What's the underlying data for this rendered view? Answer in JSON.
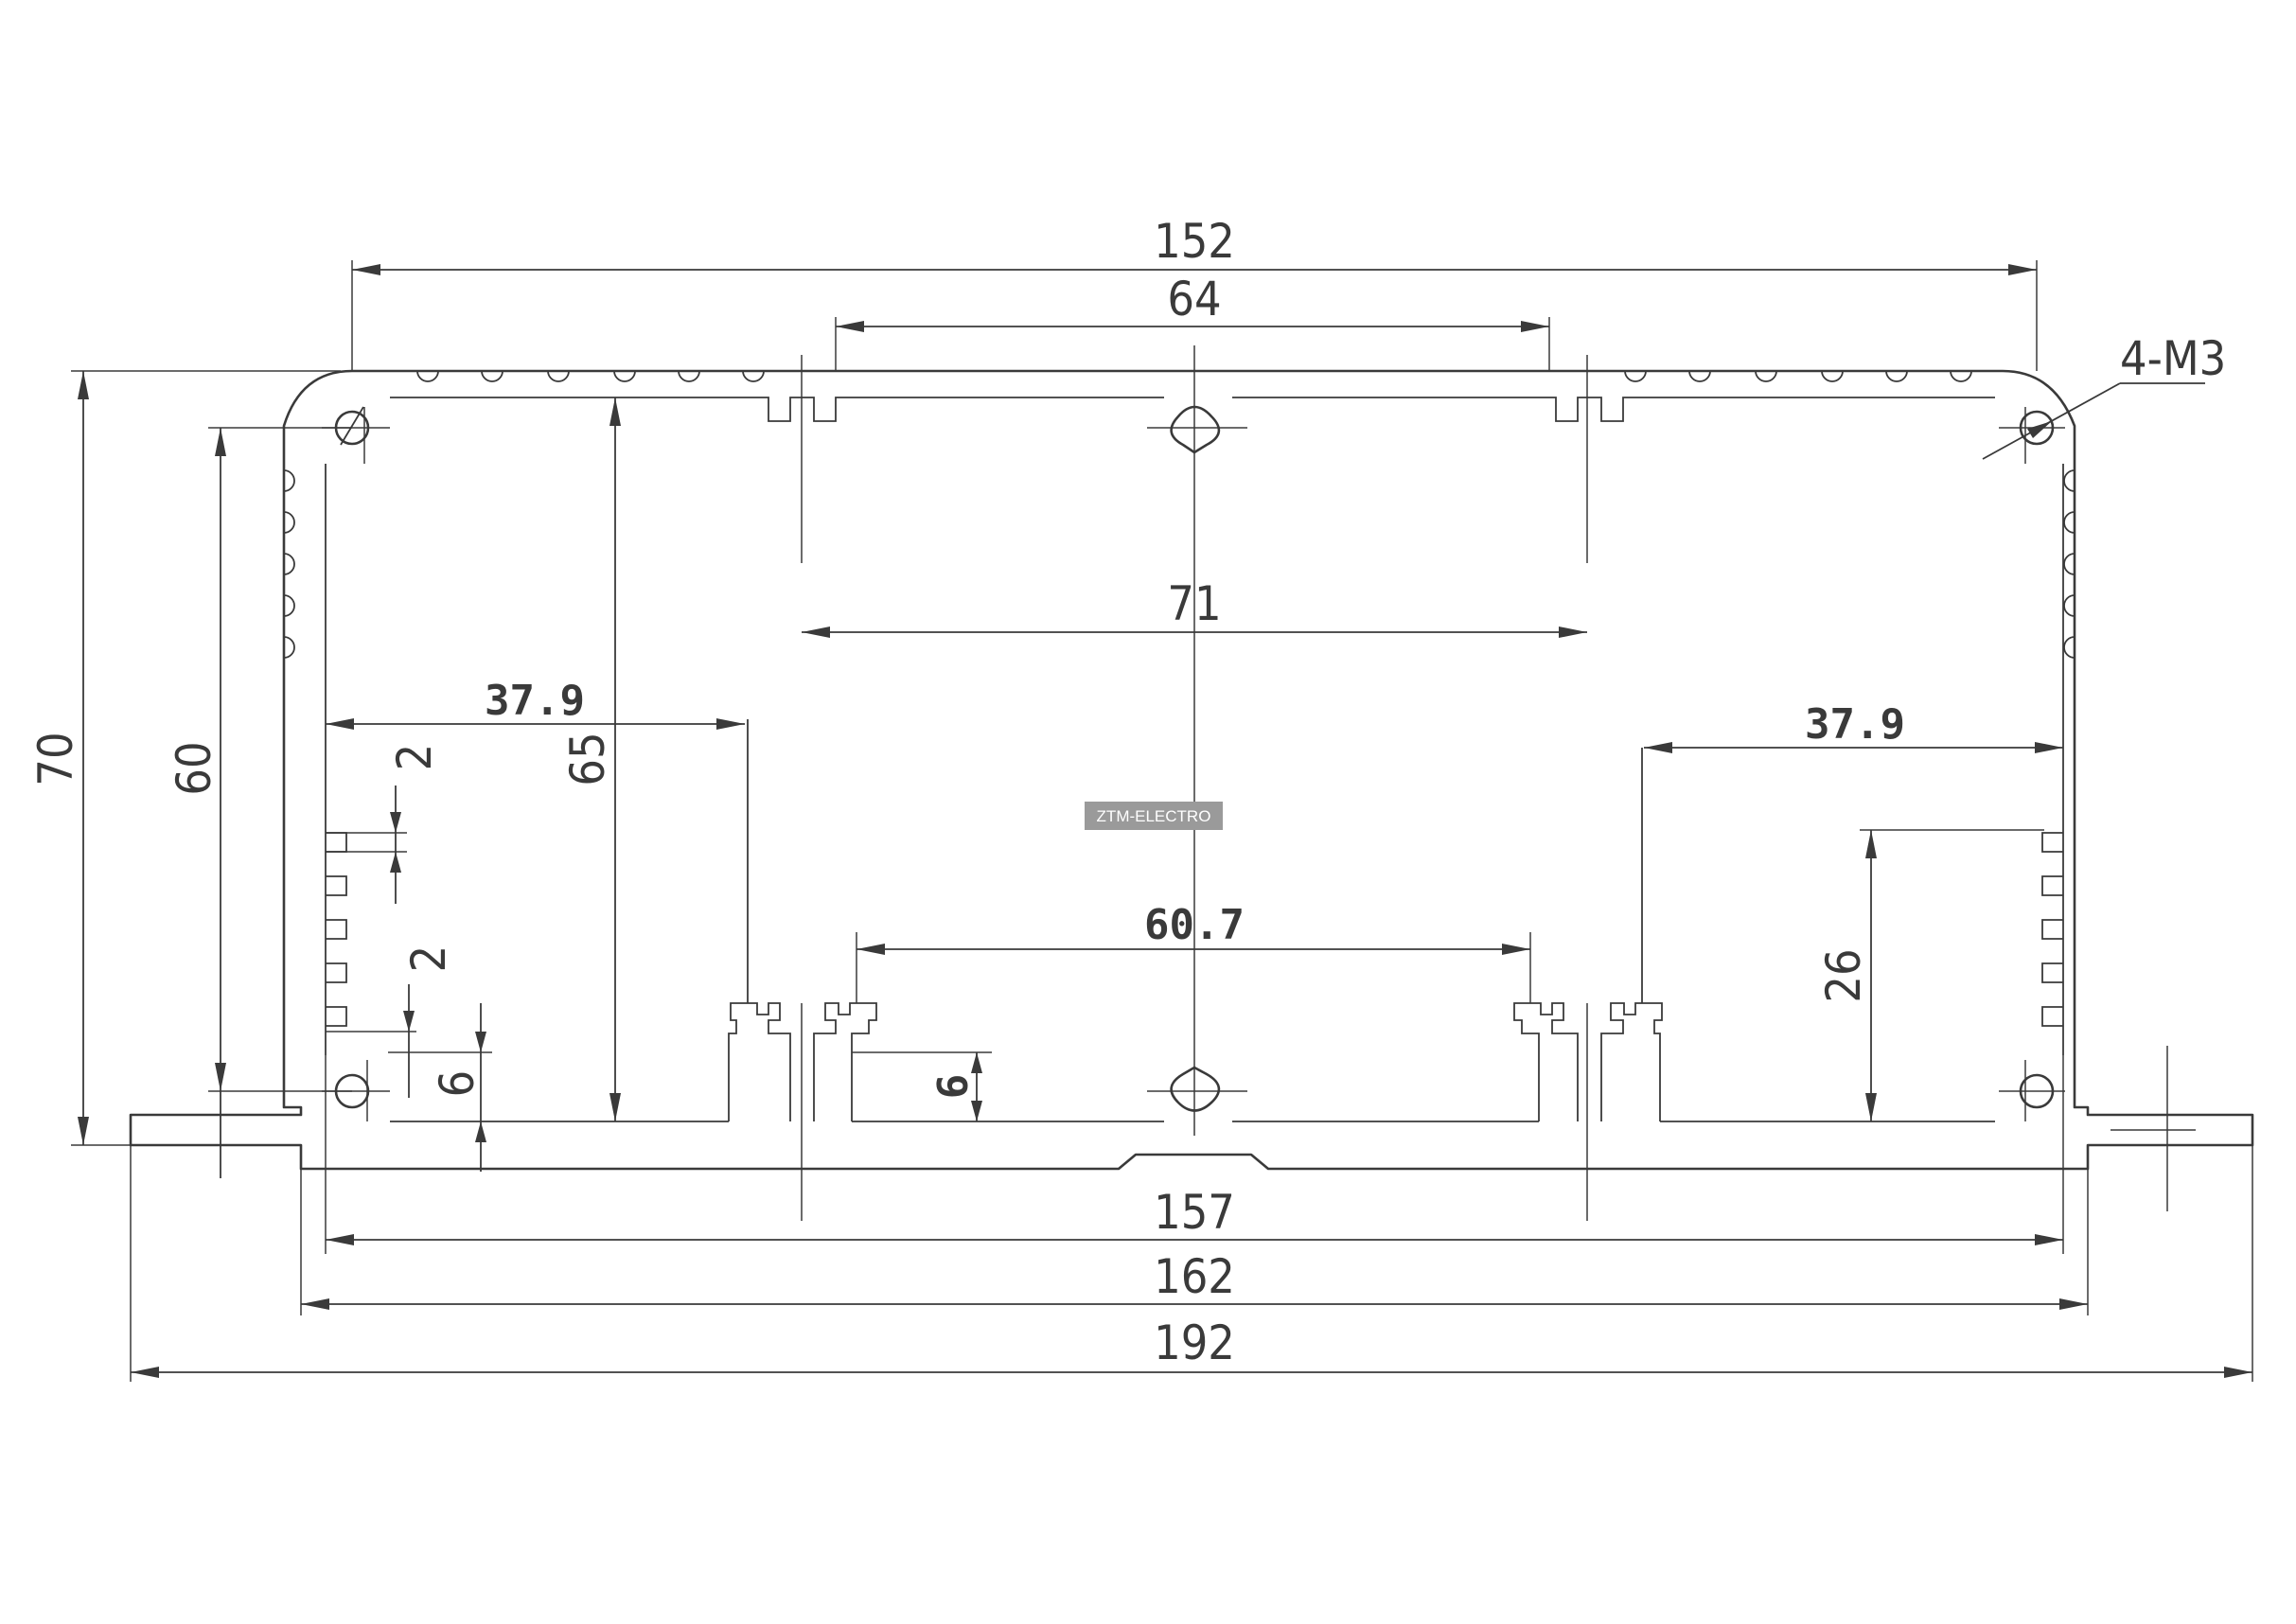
{
  "dimensions": {
    "top_width": "152",
    "top_span": "64",
    "mid_span": "71",
    "left_cavity": "37.9",
    "right_cavity": "37.9",
    "center_cavity": "60.7",
    "fin_pitch_a": "2",
    "fin_pitch_b": "2",
    "left_slot_depth": "6",
    "center_slot_depth": "6",
    "right_height": "26",
    "inner_height": "65",
    "hole_spacing": "60",
    "overall_height": "70",
    "inner_width": "157",
    "body_width": "162",
    "overall_width": "192",
    "threads": "4-M3"
  },
  "watermark": "ZTM-ELECTRO"
}
